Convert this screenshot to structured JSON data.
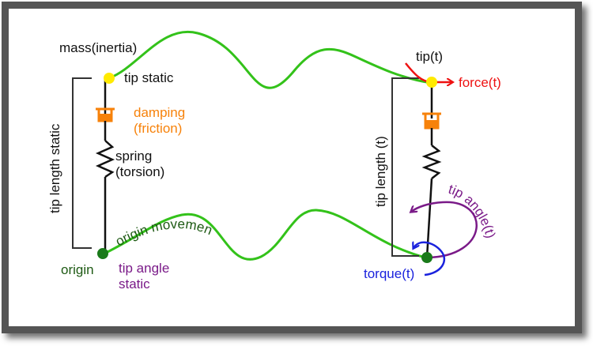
{
  "colors": {
    "frame": "#555555",
    "panel": "#ffffff",
    "curve": "#33c21a",
    "rod": "#111111",
    "tip_dot": "#ffea00",
    "origin_dot": "#1a7a1a",
    "damper": "#f7820a",
    "force": "#ee1111",
    "torque": "#1a22dd",
    "angle": "#7a1a88",
    "origin_text": "#1e5a14",
    "text": "#111111"
  },
  "labels": {
    "mass": "mass(inertia)",
    "tip_static": "tip static",
    "damping_1": "damping",
    "damping_2": "(friction)",
    "spring_1": "spring",
    "spring_2": "(torsion)",
    "tip_length_static": "tip length static",
    "origin_movement": "origin movement",
    "origin": "origin",
    "tip_angle_static_1": "tip angle",
    "tip_angle_static_2": "static",
    "tip_t": "tip(t)",
    "force_t": "force(t)",
    "tip_length_t": "tip length (t)",
    "tip_angle_t": "tip angle(t)",
    "torque_t": "torque(t)"
  }
}
